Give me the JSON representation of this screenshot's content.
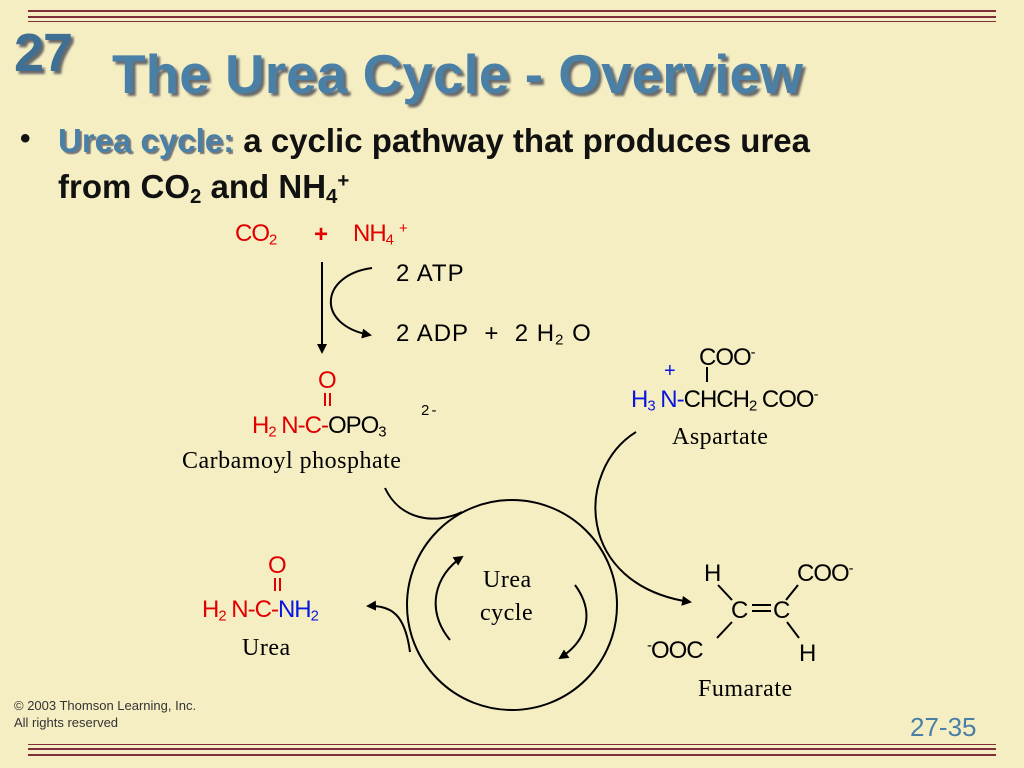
{
  "slide": {
    "chapter_number": "27",
    "title": "The Urea Cycle - Overview",
    "bullet": "•",
    "definition_term": "Urea cycle:",
    "definition_text_1": "a cyclic pathway that produces urea",
    "definition_text_2a": "from CO",
    "definition_text_2_sub": "2",
    "definition_text_2b": " and NH",
    "definition_text_2_sub2": "4",
    "definition_text_2_sup": "+",
    "copyright_line1": "© 2003 Thomson Learning, Inc.",
    "copyright_line2": "All rights reserved",
    "page_number": "27-35"
  },
  "diagram": {
    "reactant_co2": "CO",
    "reactant_co2_sub": "2",
    "plus": "+",
    "reactant_nh4": "NH",
    "reactant_nh4_sub": "4",
    "reactant_nh4_sup": "+",
    "atp_coef": "2",
    "atp": "ATP",
    "adp_coef": "2",
    "adp": "ADP",
    "plus2": "+",
    "h2o_coef": "2",
    "h2o_h": "H",
    "h2o_sub": "2",
    "h2o_o": "O",
    "carbamoyl": {
      "o": "O",
      "h": "H",
      "h_sub": "2",
      "n": "N-",
      "c": "C-",
      "opo": "OPO",
      "opo_sub": "3",
      "charge": "2 -",
      "name": "Carbamoyl phosphate"
    },
    "aspartate": {
      "coo_top": "COO",
      "coo_top_sup": "-",
      "plus": "+",
      "h": "H",
      "h_sub": "3",
      "n": "N-",
      "chain": "CHCH",
      "chain_sub": "2",
      "coo": "COO",
      "coo_sup": "-",
      "name": "Aspartate"
    },
    "urea": {
      "o": "O",
      "h": "H",
      "h_sub": "2",
      "n": "N-",
      "c": "C-",
      "nh": "NH",
      "nh_sub": "2",
      "name": "Urea"
    },
    "cycle_label_1": "Urea",
    "cycle_label_2": "cycle",
    "fumarate": {
      "h_top": "H",
      "coo_top": "COO",
      "coo_top_sup": "-",
      "c_left": "C",
      "c_right": "C",
      "coo_bottom_sup": "-",
      "coo_bottom": "OOC",
      "h_bottom": "H",
      "name": "Fumarate"
    }
  }
}
